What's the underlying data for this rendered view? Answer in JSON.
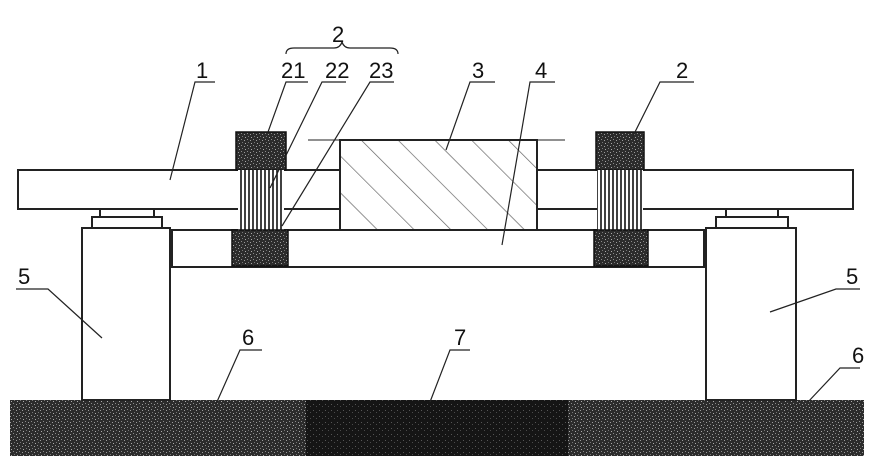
{
  "labels": {
    "l1": "1",
    "l2_top": "2",
    "l21": "21",
    "l22": "22",
    "l23": "23",
    "l3": "3",
    "l4": "4",
    "l2_right": "2",
    "l5_left": "5",
    "l5_right": "5",
    "l6_left": "6",
    "l6_right": "6",
    "l7": "7"
  },
  "colors": {
    "line": "#222222",
    "ground": "#3a3a3a",
    "ground_dark": "#1c1c1c",
    "block": "#3b3b3b",
    "fill": "#ffffff"
  }
}
